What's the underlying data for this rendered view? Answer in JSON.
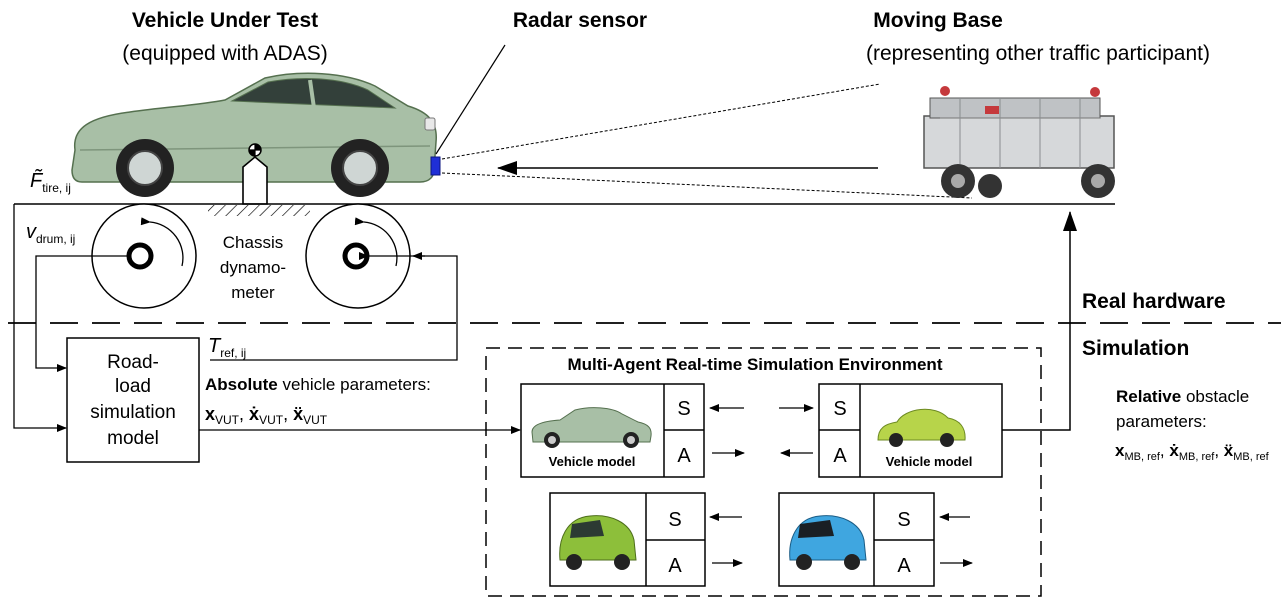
{
  "header": {
    "vut_title": "Vehicle Under Test",
    "vut_subtitle": "(equipped with ADAS)",
    "radar_title": "Radar sensor",
    "mb_title": "Moving Base",
    "mb_subtitle": "(representing other traffic participant)"
  },
  "symbols": {
    "f_tire_main": "F̃",
    "f_tire_sub": "tire, ij",
    "v_drum_main": "v",
    "v_drum_sub": "drum, ij",
    "t_ref_main": "T",
    "t_ref_sub": "ref, ij"
  },
  "dyno": {
    "line1": "Chassis",
    "line2": "dynamo-",
    "line3": "meter"
  },
  "domains": {
    "real": "Real hardware",
    "sim": "Simulation"
  },
  "roadload": {
    "line1": "Road-",
    "line2": "load",
    "line3": "simulation",
    "line4": "model"
  },
  "absolute": {
    "bold": "Absolute",
    "rest": "vehicle parameters:",
    "x": "x",
    "xd": "ẋ",
    "xdd": "ẍ",
    "sub": "VUT",
    "sep": ","
  },
  "env": {
    "title": "Multi-Agent Real-time Simulation Environment",
    "sensor": "S",
    "actuator": "A",
    "vehicle_model": "Vehicle model"
  },
  "relative": {
    "bold": "Relative",
    "rest": "obstacle",
    "line2": "parameters:",
    "x": "x",
    "xd": "ẋ",
    "xdd": "ẍ",
    "sub": "MB, ref",
    "sep": ","
  },
  "colors": {
    "car_vut": "#9fb79d",
    "car_vut_dark": "#6f8a6d",
    "radar": "#1f2fd6",
    "beetle": "#b7d44a",
    "smart_green": "#8dbf3a",
    "smart_blue": "#3fa6e0"
  }
}
